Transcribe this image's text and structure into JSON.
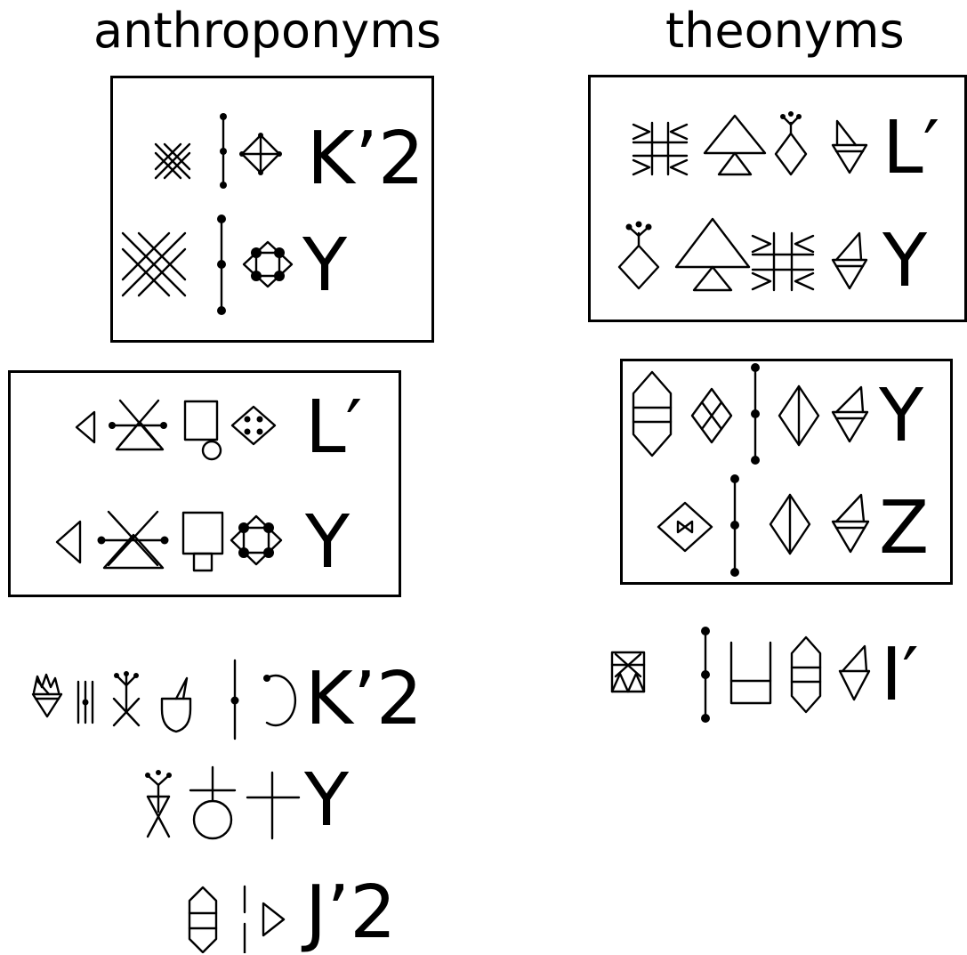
{
  "headings": {
    "anthroponyms": "anthroponyms",
    "theonyms": "theonyms"
  },
  "anthroponyms": {
    "box1": {
      "rows": [
        {
          "label": "K’2"
        },
        {
          "label": "Y"
        }
      ]
    },
    "box2": {
      "rows": [
        {
          "label": "L′"
        },
        {
          "label": "Y"
        }
      ]
    },
    "unboxed": {
      "rows": [
        {
          "label": "K’2"
        },
        {
          "label": "Y"
        },
        {
          "label": "J’2"
        }
      ]
    }
  },
  "theonyms": {
    "box1": {
      "rows": [
        {
          "label": "L′"
        },
        {
          "label": "Y"
        }
      ]
    },
    "box2": {
      "rows": [
        {
          "label": "Y"
        },
        {
          "label": "Z"
        }
      ]
    },
    "unboxed": {
      "rows": [
        {
          "label": "I′"
        }
      ]
    }
  },
  "colors": {
    "ink": "#000000",
    "background": "#ffffff"
  }
}
